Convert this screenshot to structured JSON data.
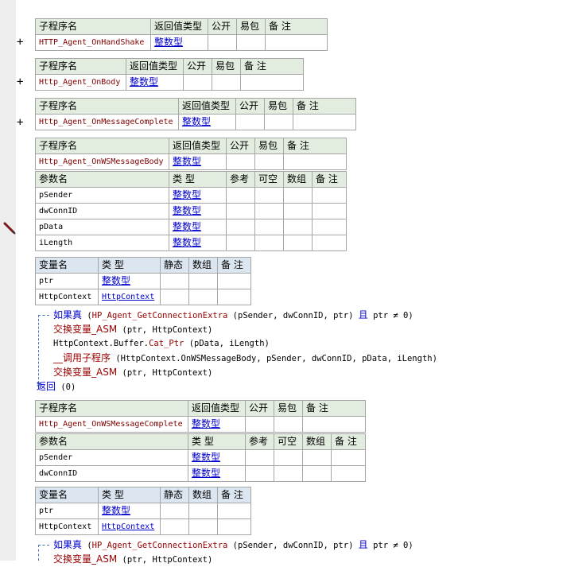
{
  "expand_symbol": "+",
  "hdr": {
    "name": "子程序名",
    "ret": "返回值类型",
    "pub": "公开",
    "easy": "易包",
    "note": "备 注",
    "param": "参数名",
    "type": "类 型",
    "ref": "参考",
    "nullable": "可空",
    "arr": "数组",
    "var": "变量名",
    "static": "静态"
  },
  "int_type": "整数型",
  "http_ctx_type": "HttpContext",
  "subs": {
    "handshake": "HTTP_Agent_OnHandShake",
    "body": "Http_Agent_OnBody",
    "msgcomplete": "Http_Agent_OnMessageComplete",
    "wsbody": "Http_Agent_OnWSMessageBody",
    "wscomplete": "Http_Agent_OnWSMessageComplete"
  },
  "params": {
    "psender": "pSender",
    "dwconnid": "dwConnID",
    "pdata": "pData",
    "ilength": "iLength"
  },
  "vars": {
    "ptr": "ptr",
    "httpctx": "HttpContext"
  },
  "code": {
    "if_kw": "如果真",
    "cond_open": " (",
    "get_extra": "HP_Agent_GetConnectionExtra",
    "get_extra_args": " (pSender, dwConnID, ptr) ",
    "and_kw": "且",
    "cond_tail": " ptr ≠ 0)",
    "swap_fn": "交换变量_ASM",
    "swap_args": " (ptr, HttpContext)",
    "buffer_prefix": "HttpContext.Buffer.",
    "cat_fn": "Cat_Ptr",
    "cat_args": " (pData, iLength)",
    "call_fn": "__调用子程序",
    "call_args": " (HttpContext.OnWSMessageBody, pSender, dwConnID, pData, iLength)",
    "return_kw": "返回",
    "return_args": " (0)",
    "cut_line": "交换变量_ASM (ptr, HttpContext)"
  }
}
